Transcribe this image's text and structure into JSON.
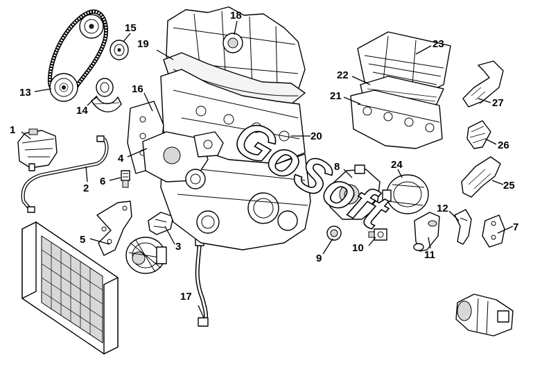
{
  "callouts": [
    {
      "id": "c1",
      "label": "1"
    },
    {
      "id": "c2",
      "label": "2"
    },
    {
      "id": "c3",
      "label": "3"
    },
    {
      "id": "c4",
      "label": "4"
    },
    {
      "id": "c5",
      "label": "5"
    },
    {
      "id": "c6",
      "label": "6"
    },
    {
      "id": "c7",
      "label": "7"
    },
    {
      "id": "c8",
      "label": "8"
    },
    {
      "id": "c9",
      "label": "9"
    },
    {
      "id": "c10",
      "label": "10"
    },
    {
      "id": "c11",
      "label": "11"
    },
    {
      "id": "c12",
      "label": "12"
    },
    {
      "id": "c13",
      "label": "13"
    },
    {
      "id": "c14",
      "label": "14"
    },
    {
      "id": "c15",
      "label": "15"
    },
    {
      "id": "c16",
      "label": "16"
    },
    {
      "id": "c17",
      "label": "17"
    },
    {
      "id": "c18",
      "label": "18"
    },
    {
      "id": "c19",
      "label": "19"
    },
    {
      "id": "c20",
      "label": "20"
    },
    {
      "id": "c21",
      "label": "21"
    },
    {
      "id": "c22",
      "label": "22"
    },
    {
      "id": "c23",
      "label": "23"
    },
    {
      "id": "c24",
      "label": "24"
    },
    {
      "id": "c25",
      "label": "25"
    },
    {
      "id": "c26",
      "label": "26"
    },
    {
      "id": "c27",
      "label": "27"
    }
  ],
  "watermark": "GoSoft"
}
